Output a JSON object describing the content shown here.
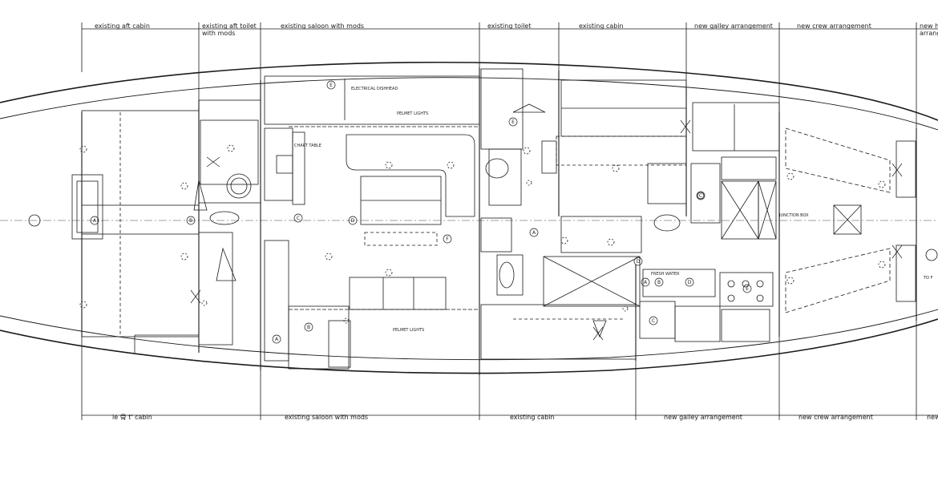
{
  "top_sections": [
    {
      "id": "aft-cabin",
      "label": "existing aft cabin"
    },
    {
      "id": "aft-toilet",
      "label": "existing aft toilet",
      "sub": "with mods"
    },
    {
      "id": "saloon",
      "label": "existing saloon with mods"
    },
    {
      "id": "toilet",
      "label": "existing toilet"
    },
    {
      "id": "cabin",
      "label": "existing cabin"
    },
    {
      "id": "galley",
      "label": "new galley arrangement"
    },
    {
      "id": "crew",
      "label": "new crew arrangement"
    },
    {
      "id": "new-partial",
      "label": "new h",
      "sub": "arrange"
    }
  ],
  "bottom_sections": [
    {
      "id": "aft-cabin",
      "label": "ie   ⻣   t' cabin"
    },
    {
      "id": "saloon",
      "label": "existing saloon with mods"
    },
    {
      "id": "cabin",
      "label": "existing cabin"
    },
    {
      "id": "galley",
      "label": "new galley arrangement"
    },
    {
      "id": "crew",
      "label": "new crew arrangement"
    },
    {
      "id": "new-partial",
      "label": "new"
    }
  ],
  "annotations": {
    "electrical": "ELECTRICAL DISHHEAD",
    "pelmet_top": "PELMET LIGHTS",
    "pelmet_bottom": "PELMET LIGHTS",
    "chart_table": "CHART TABLE",
    "junction_box": "JUNCTION BOX",
    "fresh_water": "FRESH WATER",
    "to_fw": "TO F"
  },
  "markers": [
    "A",
    "B",
    "C",
    "D",
    "E",
    "F",
    "A",
    "A",
    "B",
    "C",
    "D",
    "E",
    "A",
    "B",
    "C",
    "D",
    "E"
  ],
  "colors": {
    "ink": "#1a1a1a",
    "paper": "#ffffff"
  }
}
